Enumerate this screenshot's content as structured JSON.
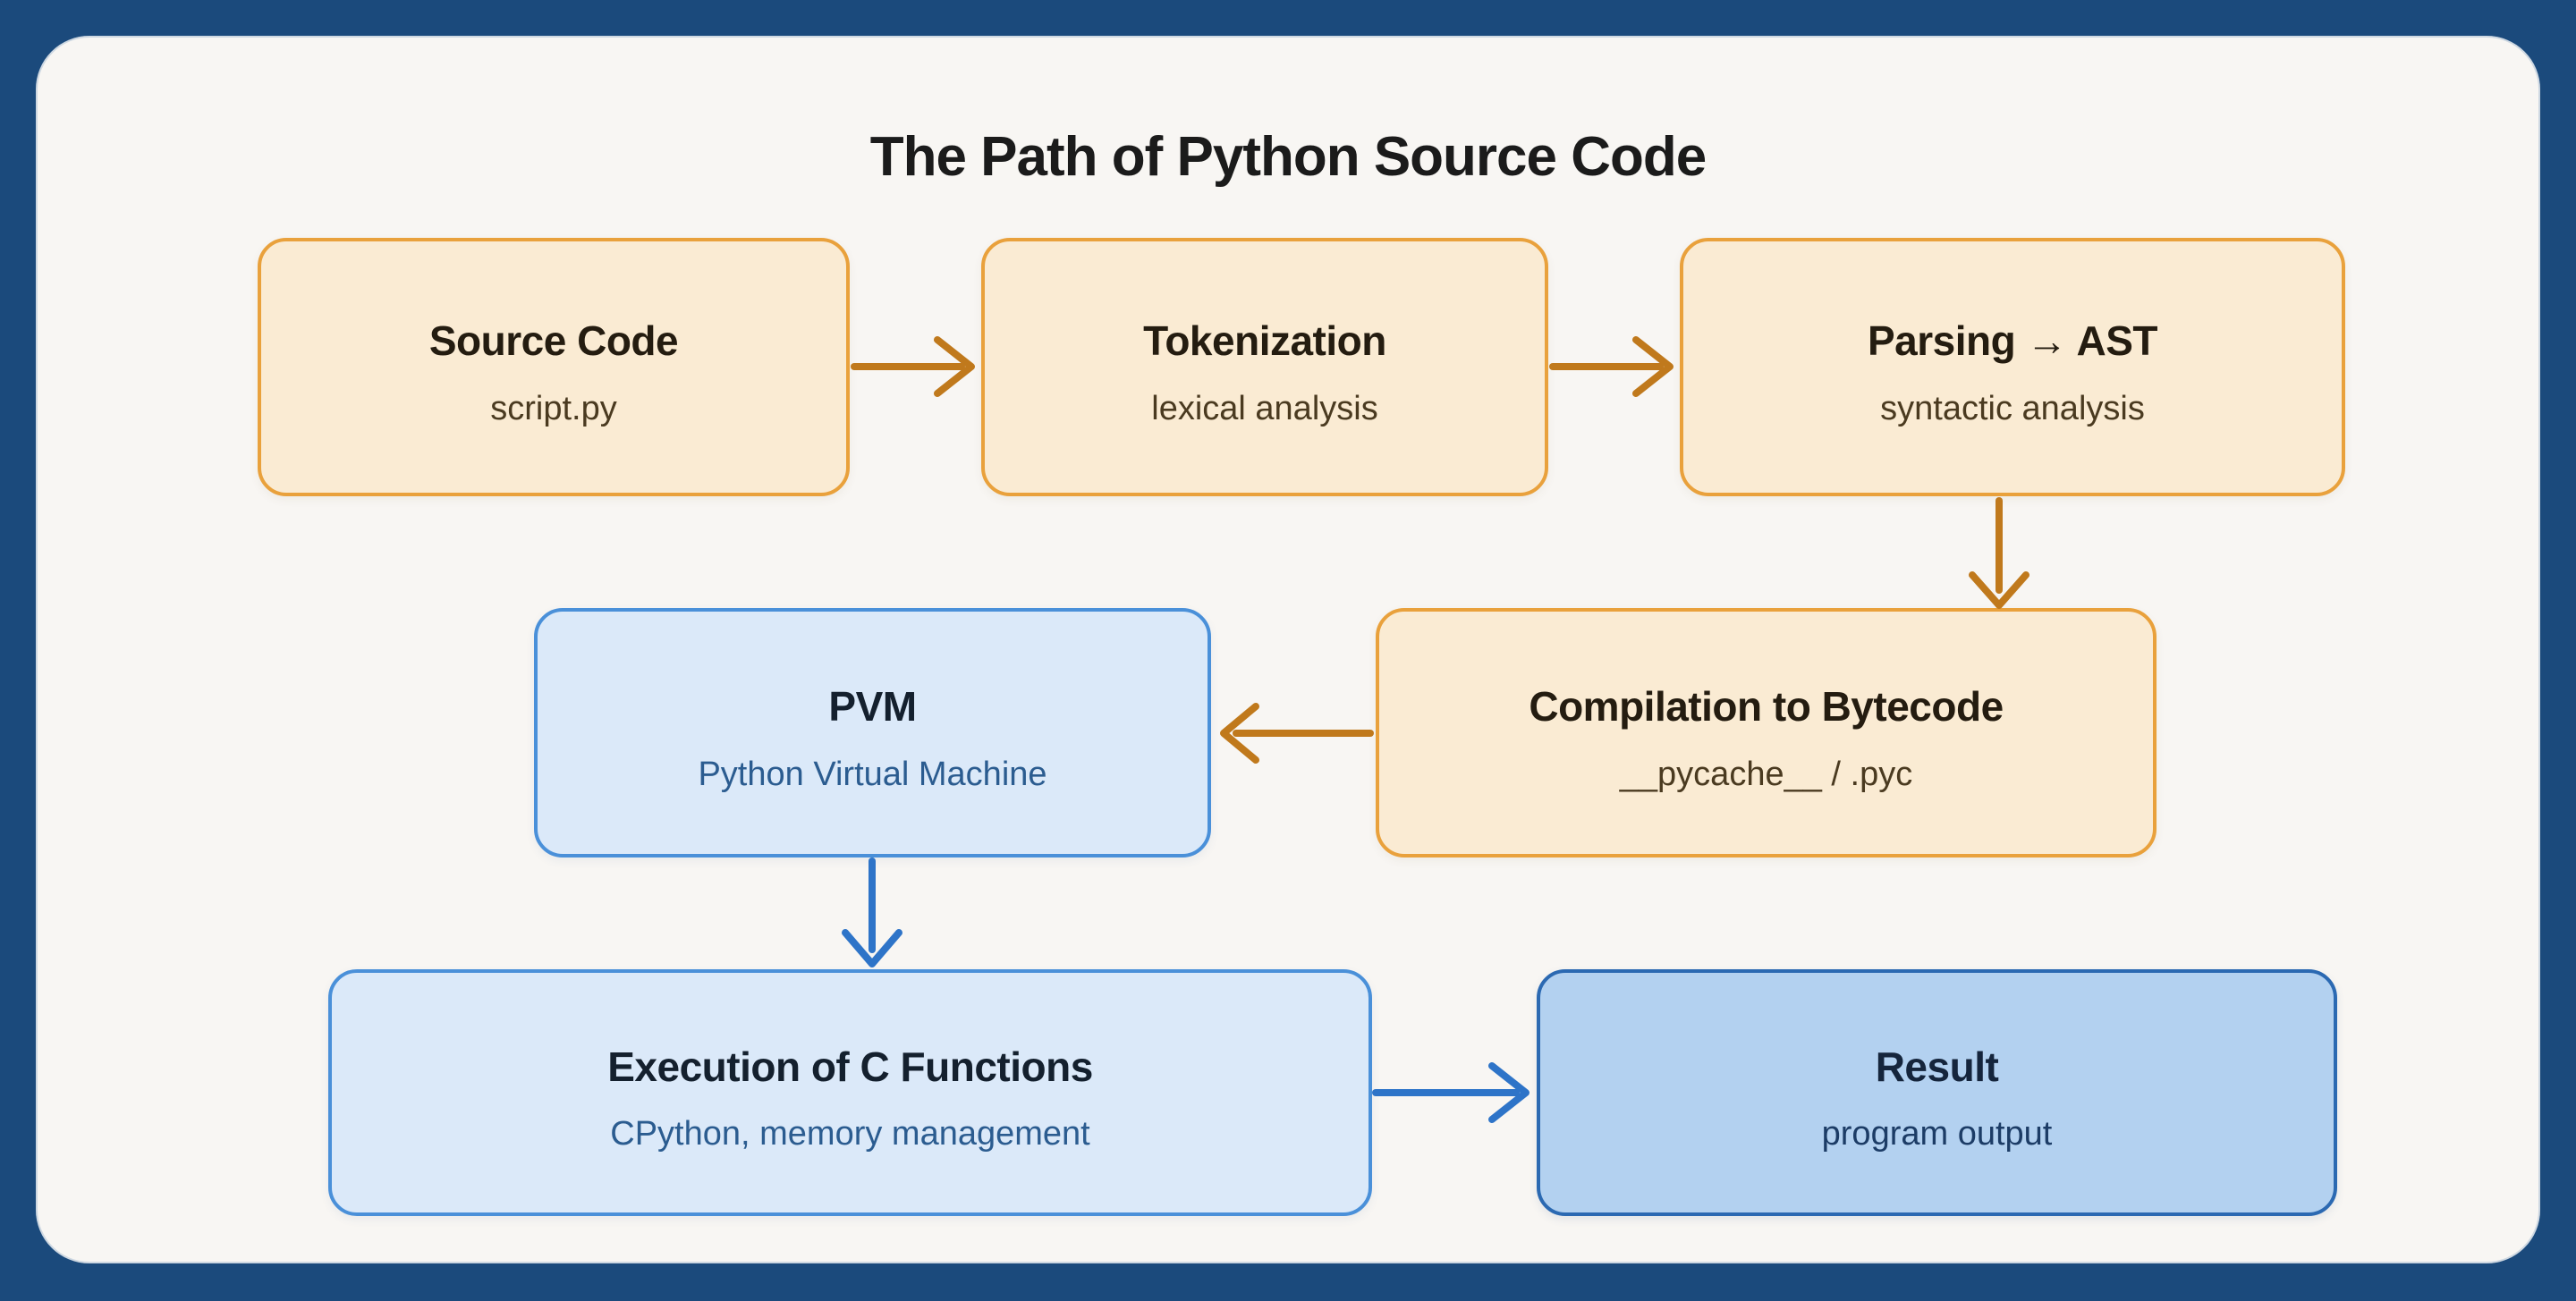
{
  "title": "The Path of Python Source Code",
  "nodes": [
    {
      "id": "source-code",
      "title": "Source Code",
      "subtitle": "script.py",
      "style": "orange"
    },
    {
      "id": "tokenization",
      "title": "Tokenization",
      "subtitle": "lexical analysis",
      "style": "orange"
    },
    {
      "id": "parsing",
      "title": "Parsing → AST",
      "subtitle": "syntactic analysis",
      "style": "orange"
    },
    {
      "id": "compilation",
      "title": "Compilation to Bytecode",
      "subtitle": "__pycache__ / .pyc",
      "style": "orange"
    },
    {
      "id": "pvm",
      "title": "PVM",
      "subtitle": "Python Virtual Machine",
      "style": "blue"
    },
    {
      "id": "execution",
      "title": "Execution of C Functions",
      "subtitle": "CPython, memory management",
      "style": "blue"
    },
    {
      "id": "result",
      "title": "Result",
      "subtitle": "program output",
      "style": "blue-dark"
    }
  ],
  "edges": [
    {
      "from": "source-code",
      "to": "tokenization",
      "direction": "right",
      "color": "#C0791C"
    },
    {
      "from": "tokenization",
      "to": "parsing",
      "direction": "right",
      "color": "#C0791C"
    },
    {
      "from": "parsing",
      "to": "compilation",
      "direction": "down",
      "color": "#C0791C"
    },
    {
      "from": "compilation",
      "to": "pvm",
      "direction": "left",
      "color": "#C0791C"
    },
    {
      "from": "pvm",
      "to": "execution",
      "direction": "down",
      "color": "#2E74C8"
    },
    {
      "from": "execution",
      "to": "result",
      "direction": "right",
      "color": "#2E74C8"
    }
  ],
  "colors": {
    "background": "#1B4A7C",
    "card": "#F8F6F3",
    "title_text": "#1B1B1B",
    "orange_fill": "#FAEBD3",
    "orange_border": "#E9A13C",
    "orange_arrow": "#C0791C",
    "orange_subtitle": "#4A3A20",
    "blue_fill": "#DBE9F9",
    "blue_border": "#4A90D9",
    "blue_subtitle": "#2B5C90",
    "result_fill": "#B3D1F0",
    "result_border": "#2B69B2",
    "blue_arrow": "#2E74C8"
  }
}
